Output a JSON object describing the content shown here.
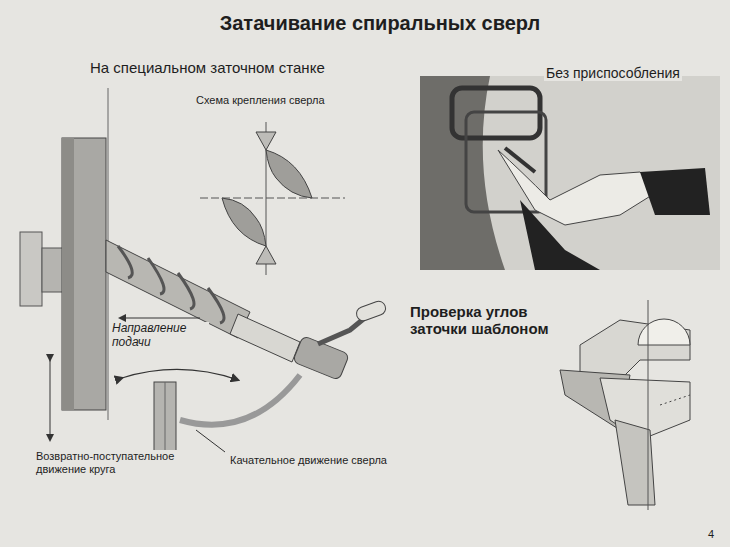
{
  "diagram": {
    "title": "Затачивание спиральных сверл",
    "labels": [
      "На специальном заточном станке",
      "Схема крепления сверла",
      "Без приспособления",
      "Проверка углов заточки шаблоном",
      "Направление подачи",
      "Возвратно-поступательное движение круга",
      "Качательное движение сверла",
      "4"
    ]
  }
}
